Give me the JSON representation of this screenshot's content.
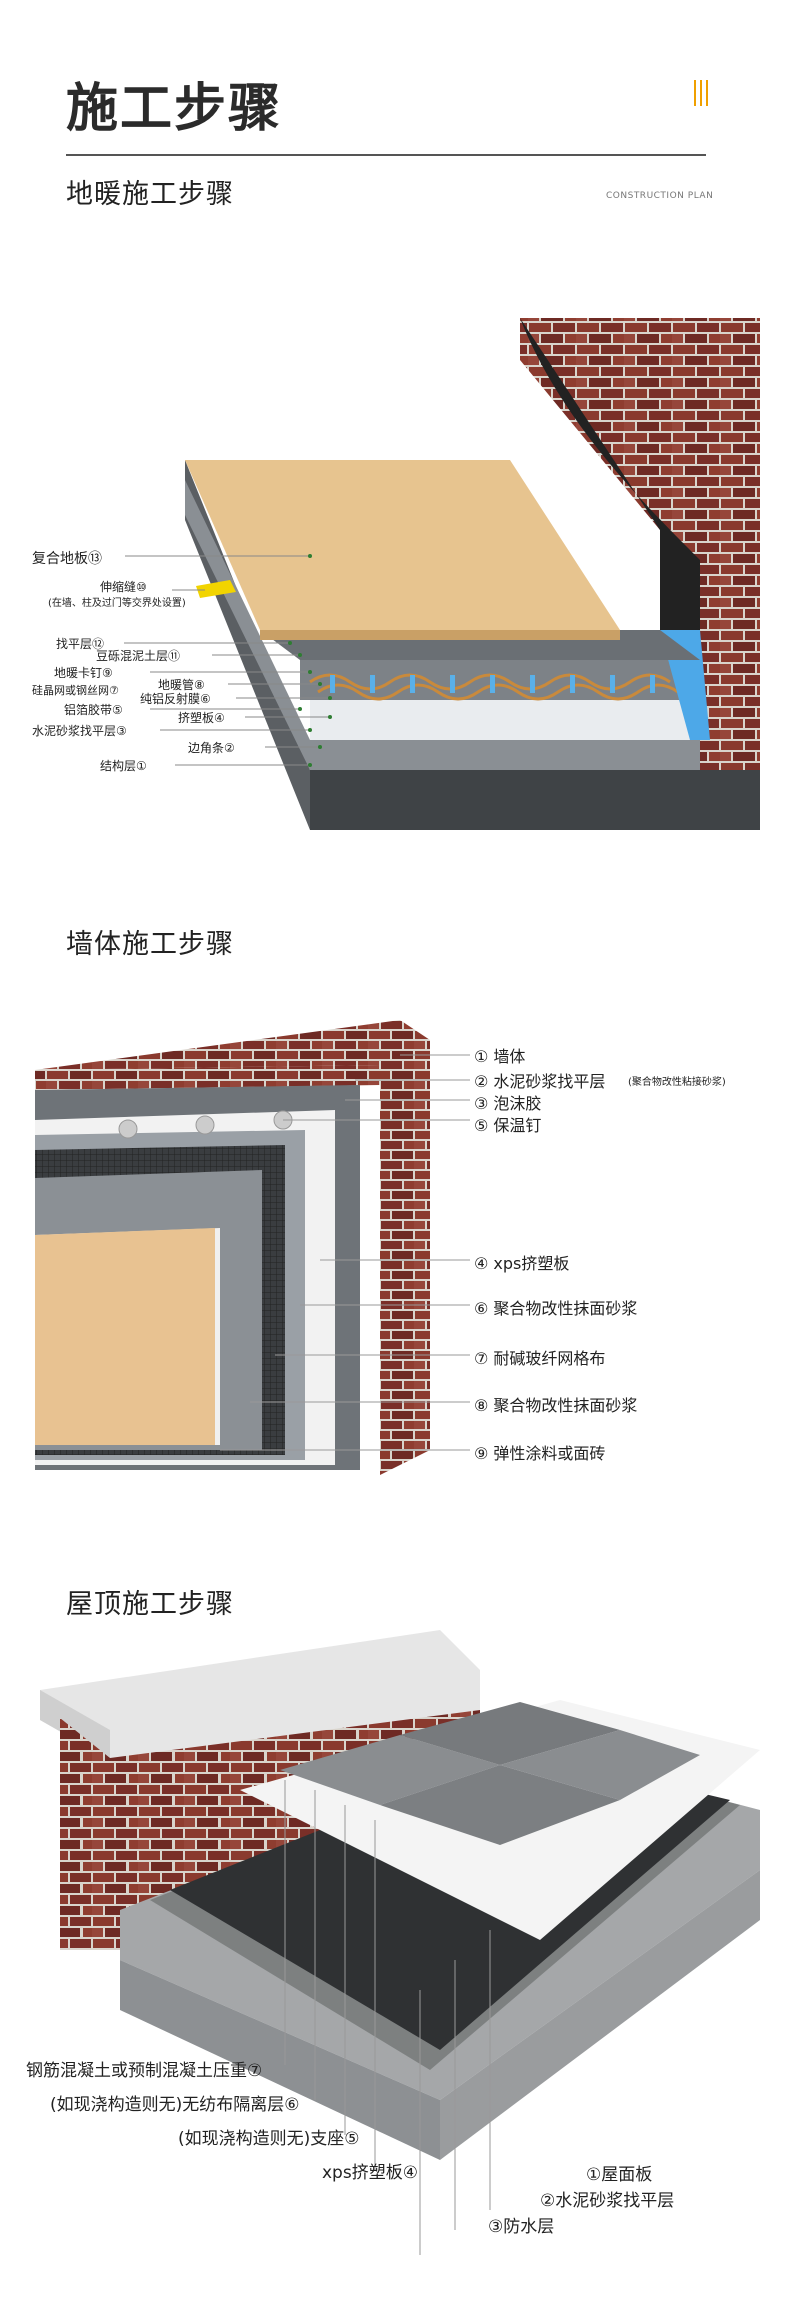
{
  "header": {
    "title": "施工步骤",
    "plan_label": "CONSTRUCTION PLAN",
    "accent_color": "#f0a000"
  },
  "floor": {
    "title": "地暖施工步骤",
    "labels": [
      "复合地板⑬",
      "伸缩缝⑩",
      "(在墙、柱及过门等交界处设置)",
      "找平层⑫",
      "豆砾混泥土层⑪",
      "地暖卡钉⑨",
      "地暖管⑧",
      "硅晶网或钢丝网⑦",
      "纯铝反射膜⑥",
      "铝箔胶带⑤",
      "挤塑板④",
      "水泥砂浆找平层③",
      "边角条②",
      "结构层①"
    ]
  },
  "wall": {
    "title": "墙体施工步骤",
    "labels": [
      "① 墙体",
      "② 水泥砂浆找平层",
      "(聚合物改性粘接砂浆)",
      "③ 泡沫胶",
      "⑤ 保温钉",
      "④ xps挤塑板",
      "⑥ 聚合物改性抹面砂浆",
      "⑦ 耐碱玻纤网格布",
      "⑧ 聚合物改性抹面砂浆",
      "⑨ 弹性涂料或面砖"
    ]
  },
  "roof": {
    "title": "屋顶施工步骤",
    "left_labels": [
      "钢筋混凝土或预制混凝土压重⑦",
      "(如现浇构造则无)无纺布隔离层⑥",
      "(如现浇构造则无)支座⑤",
      "xps挤塑板④"
    ],
    "right_labels": [
      "①屋面板",
      "②水泥砂浆找平层",
      "③防水层"
    ]
  },
  "colors": {
    "brick": "#8a3a2e",
    "mortar": "#d9d4cc",
    "wood": "#e7c48f",
    "concrete": "#6f7479",
    "xps_blue": "#4da8e8",
    "foam": "#f3f3f3"
  }
}
